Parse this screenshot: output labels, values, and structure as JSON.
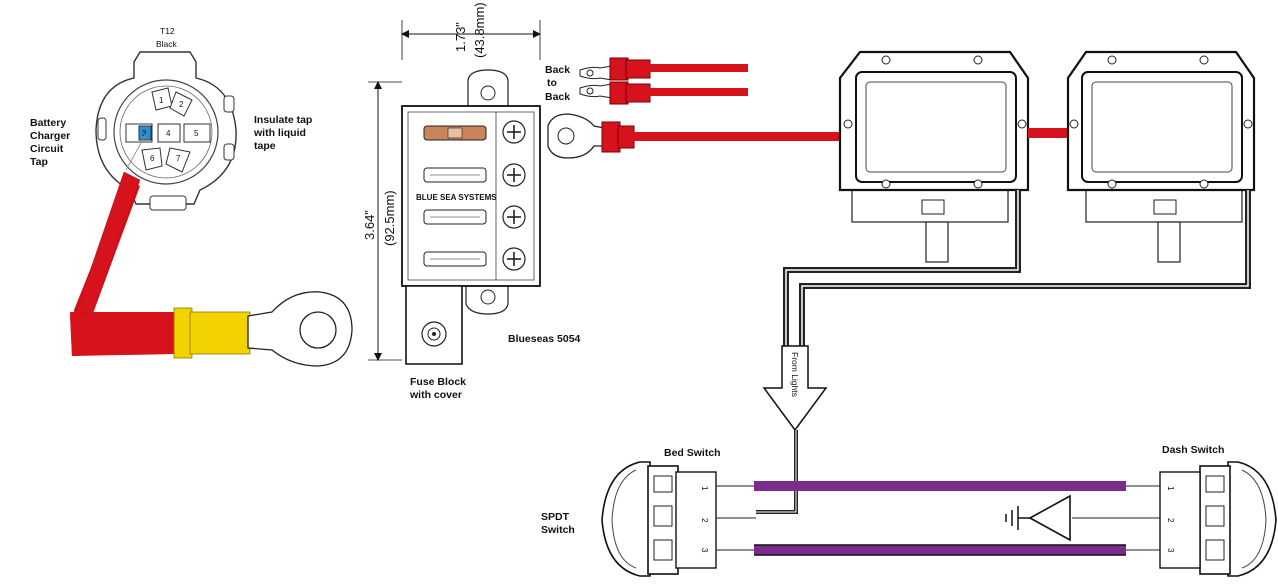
{
  "connector": {
    "code": "T12",
    "color": "Black",
    "pins": [
      "1",
      "2",
      "3",
      "4",
      "5",
      "6",
      "7"
    ],
    "left_label": [
      "Battery",
      "Charger",
      "Circuit",
      "Tap"
    ],
    "right_label": [
      "Insulate tap",
      "with liquid",
      "tape"
    ]
  },
  "fuse_block": {
    "width_in": "1.73\"",
    "width_mm": "(43.8mm)",
    "height_in": "3.64\"",
    "height_mm": "(92.5mm)",
    "brand_logo": "BLUE SEA SYSTEMS",
    "model_label": "Blueseas 5054",
    "caption": [
      "Fuse Block",
      "with cover"
    ]
  },
  "back_to_back": [
    "Back",
    "to",
    "Back"
  ],
  "arrow_label": "From Lights",
  "switches": {
    "bed_label": "Bed  Switch",
    "dash_label": "Dash  Switch",
    "type_label": [
      "SPDT",
      "Switch"
    ],
    "pins": [
      "1",
      "2",
      "3"
    ]
  },
  "colors": {
    "red_wire": "#d6121c",
    "purple_wire": "#7b2d8e",
    "black_wire": "#2a2a2a",
    "yellow_terminal": "#f2d200",
    "fuse_orange": "#c8845a",
    "pin3_blue": "#2b8fd6"
  }
}
